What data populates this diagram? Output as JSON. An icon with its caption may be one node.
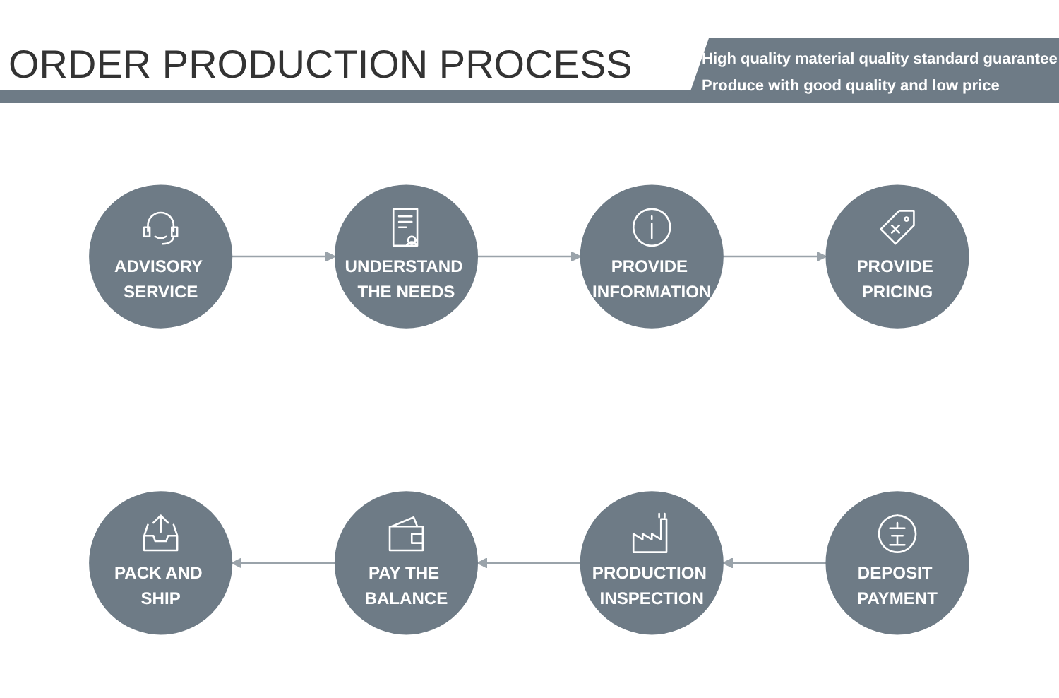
{
  "diagram": {
    "title": "ORDER PRODUCTION PROCESS",
    "nodes": [
      {
        "text": [
          "ADVISORY SERVICE"
        ]
      },
      {
        "text": [
          "UNDERSTAND THE NEEDS"
        ]
      },
      {
        "text": [
          "PROVIDE INFORMATION"
        ]
      },
      {
        "text": [
          "PROVIDE PRICING"
        ]
      },
      {
        "text": [
          "PACK AND SHIP"
        ]
      },
      {
        "text": [
          "PAY THE BALANCE"
        ]
      },
      {
        "text": [
          "PRODUCTION INSPECTION"
        ]
      },
      {
        "text": [
          "DEPOSIT PAYMENT"
        ]
      }
    ],
    "edges": [
      {
        "from": 0,
        "to": 1,
        "arrow": "to"
      },
      {
        "from": 1,
        "to": 2,
        "arrow": "to"
      },
      {
        "from": 2,
        "to": 3,
        "arrow": "to"
      },
      {
        "from": 7,
        "to": 6,
        "arrow": "to"
      },
      {
        "from": 6,
        "to": 5,
        "arrow": "to"
      },
      {
        "from": 5,
        "to": 4,
        "arrow": "to"
      }
    ],
    "labels": [
      "High quality material quality standard guarantee",
      "Produce with good quality and low price"
    ]
  }
}
